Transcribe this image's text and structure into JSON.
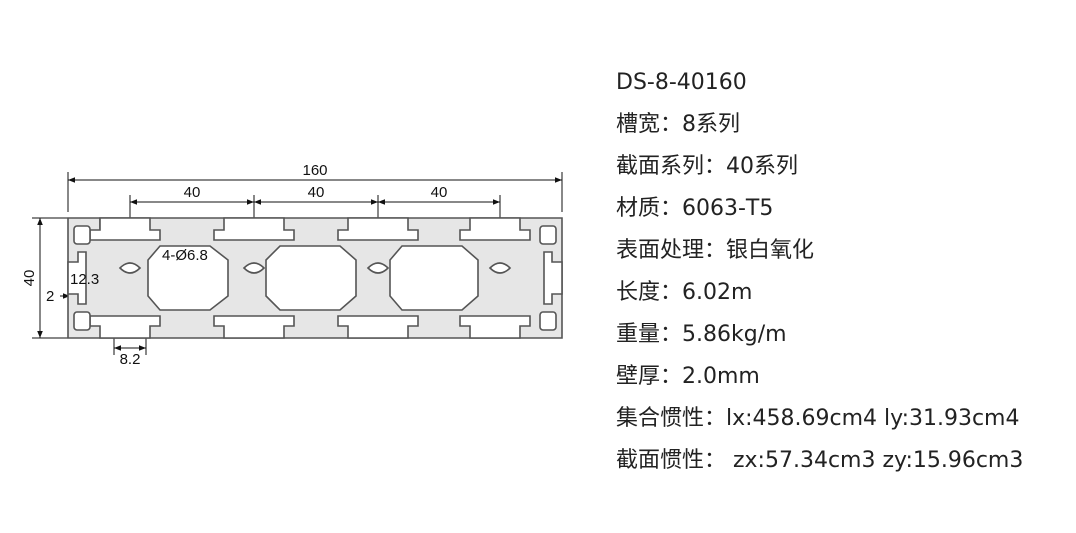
{
  "drawing": {
    "dim_overall_width": "160",
    "dim_pitch_1": "40",
    "dim_pitch_2": "40",
    "dim_pitch_3": "40",
    "dim_height": "40",
    "dim_hole": "4-Ø6.8",
    "dim_offset": "12.3",
    "dim_wall": "2",
    "dim_slot": "8.2"
  },
  "specs": [
    "DS-8-40160",
    "槽宽：8系列",
    "截面系列：40系列",
    "材质：6063-T5",
    "表面处理：银白氧化",
    "长度：6.02m",
    "重量：5.86kg/m",
    "壁厚：2.0mm",
    "集合惯性：lx:458.69cm4 ly:31.93cm4",
    "截面惯性：  zx:57.34cm3 zy:15.96cm3"
  ]
}
